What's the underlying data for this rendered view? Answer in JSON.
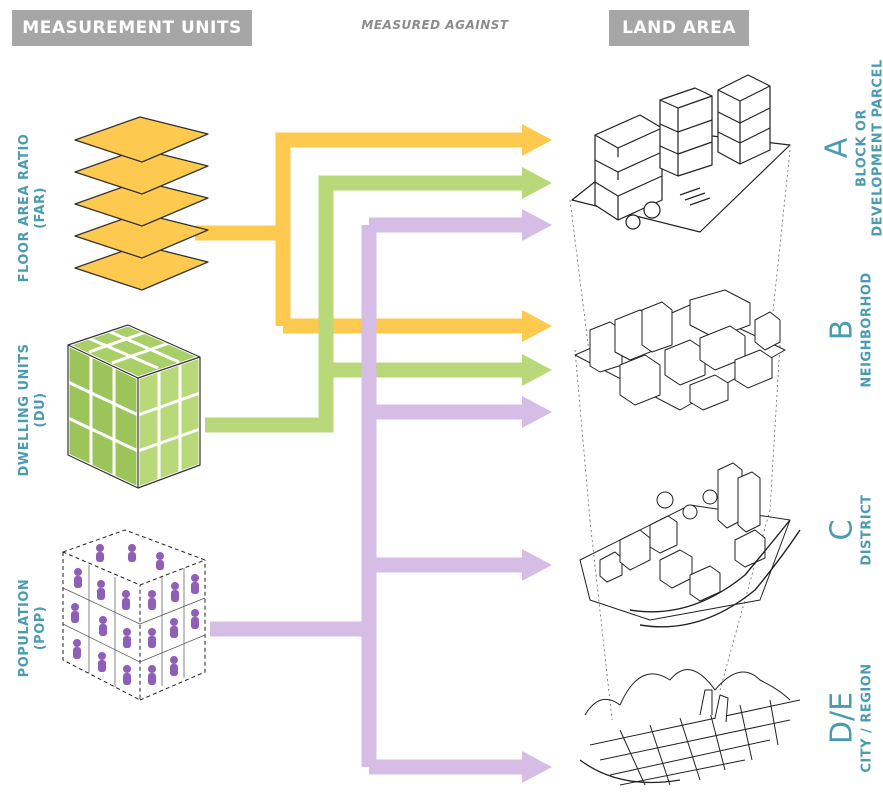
{
  "headers": {
    "left": "MEASUREMENT UNITS",
    "middle": "MEASURED AGAINST",
    "right": "LAND AREA"
  },
  "units": [
    {
      "label_line1": "FLOOR AREA RATIO",
      "label_line2": "(FAR)",
      "color": "#fdc94e"
    },
    {
      "label_line1": "DWELLING UNITS",
      "label_line2": "(DU)",
      "color": "#b9d87a"
    },
    {
      "label_line1": "POPULATION",
      "label_line2": "(POP)",
      "color": "#d6bde6"
    }
  ],
  "areas": [
    {
      "letter": "A",
      "name_line1": "BLOCK OR",
      "name_line2": "DEVELOPMENT PARCEL"
    },
    {
      "letter": "B",
      "name_line1": "NEIGHBORHOD",
      "name_line2": ""
    },
    {
      "letter": "C",
      "name_line1": "DISTRICT",
      "name_line2": ""
    },
    {
      "letter": "D/E",
      "name_line1": "CITY / REGION",
      "name_line2": ""
    }
  ],
  "colors": {
    "header_bg": "#a6a6a6",
    "label_teal": "#4a9bb0",
    "far_yellow": "#fdc94e",
    "du_green": "#b9d87a",
    "pop_purple": "#d6bde6",
    "pop_figure": "#8f5fb8",
    "sketch_line": "#222222"
  }
}
